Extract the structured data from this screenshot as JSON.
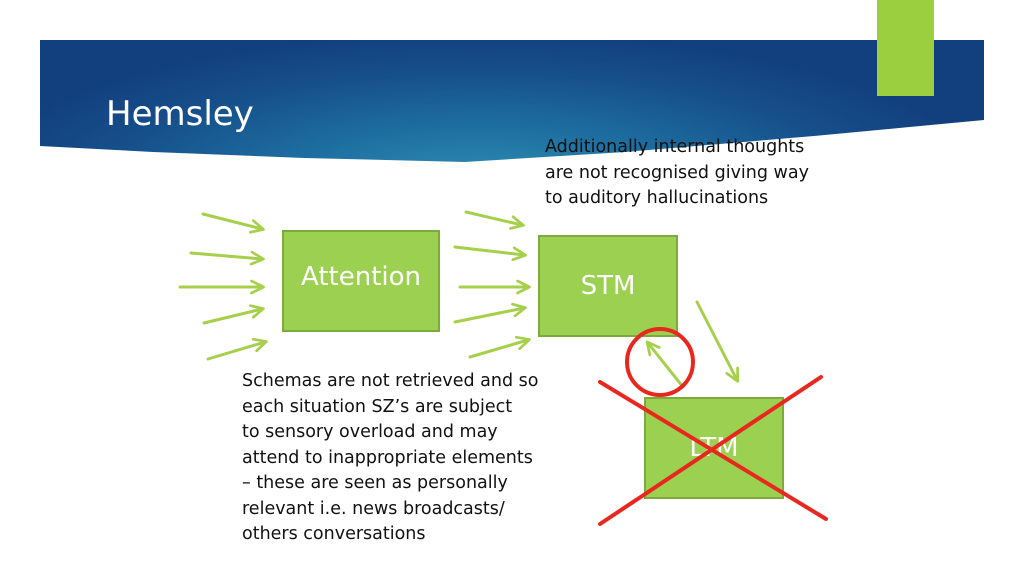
{
  "slide": {
    "title": "Hemsley",
    "boxes": {
      "attention": "Attention",
      "stm": "STM",
      "ltm": "LTM"
    },
    "notes": {
      "top_lines": [
        "Additionally internal thoughts",
        "are not recognised giving way",
        "to auditory hallucinations"
      ],
      "bottom_lines": [
        "Schemas are not retrieved and so",
        "each situation SZ’s are subject",
        "to sensory overload and may",
        "attend to inappropriate elements",
        "– these are seen as personally",
        "relevant i.e. news broadcasts/",
        "others conversations"
      ]
    }
  },
  "colors": {
    "banner_dark": "#123f7d",
    "banner_light": "#2f93b3",
    "box_green": "#9bd050",
    "arrow_green": "#a6cf4b",
    "accent_tab": "#9bcf3f",
    "cross_red": "#e8281e"
  }
}
